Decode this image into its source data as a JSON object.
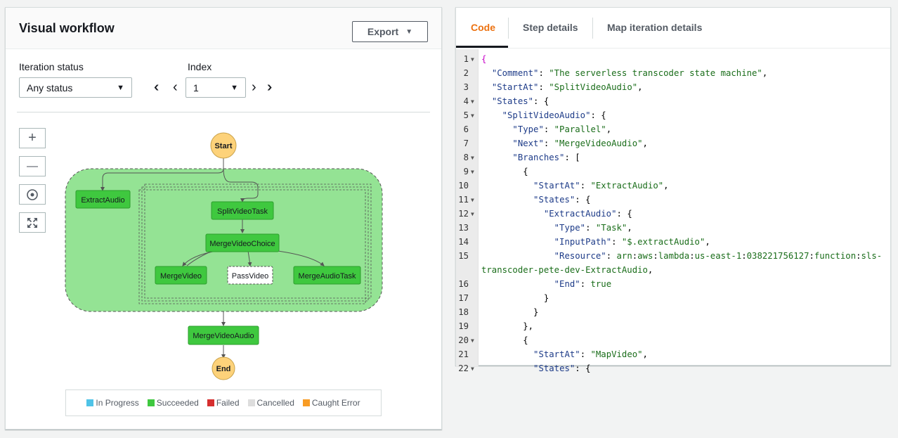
{
  "left": {
    "title": "Visual workflow",
    "export_label": "Export",
    "iteration_status_label": "Iteration status",
    "iteration_status_value": "Any status",
    "index_label": "Index",
    "index_value": "1",
    "pager": {
      "first": "«",
      "prev": "‹",
      "next": "›",
      "last": "»"
    },
    "zoom": {
      "in": "+",
      "out": "—"
    }
  },
  "graph": {
    "start": "Start",
    "end": "End",
    "extract_audio": "ExtractAudio",
    "split_video_task": "SplitVideoTask",
    "merge_video_choice": "MergeVideoChoice",
    "merge_video": "MergeVideo",
    "pass_video": "PassVideo",
    "merge_audio_task": "MergeAudioTask",
    "merge_video_audio": "MergeVideoAudio",
    "colors": {
      "succeeded": "#3fc83f",
      "succeeded_border": "#2d9e2d",
      "start_end": "#fdd27a",
      "parallel_bg": "#94e394"
    }
  },
  "legend": [
    {
      "label": "In Progress",
      "color": "#4fc3e7"
    },
    {
      "label": "Succeeded",
      "color": "#3fc83f"
    },
    {
      "label": "Failed",
      "color": "#d62f2f"
    },
    {
      "label": "Cancelled",
      "color": "#dddddd"
    },
    {
      "label": "Caught Error",
      "color": "#f89c24"
    }
  ],
  "right": {
    "tabs": [
      "Code",
      "Step details",
      "Map iteration details"
    ],
    "active_tab": "Code",
    "code_lines": [
      {
        "n": "1",
        "fold": true,
        "text": "{"
      },
      {
        "n": "2",
        "fold": false,
        "text": "  \"Comment\": \"The serverless transcoder state machine\","
      },
      {
        "n": "3",
        "fold": false,
        "text": "  \"StartAt\": \"SplitVideoAudio\","
      },
      {
        "n": "4",
        "fold": true,
        "text": "  \"States\": {"
      },
      {
        "n": "5",
        "fold": true,
        "text": "    \"SplitVideoAudio\": {"
      },
      {
        "n": "6",
        "fold": false,
        "text": "      \"Type\": \"Parallel\","
      },
      {
        "n": "7",
        "fold": false,
        "text": "      \"Next\": \"MergeVideoAudio\","
      },
      {
        "n": "8",
        "fold": true,
        "text": "      \"Branches\": ["
      },
      {
        "n": "9",
        "fold": true,
        "text": "        {"
      },
      {
        "n": "10",
        "fold": false,
        "text": "          \"StartAt\": \"ExtractAudio\","
      },
      {
        "n": "11",
        "fold": true,
        "text": "          \"States\": {"
      },
      {
        "n": "12",
        "fold": true,
        "text": "            \"ExtractAudio\": {"
      },
      {
        "n": "13",
        "fold": false,
        "text": "              \"Type\": \"Task\","
      },
      {
        "n": "14",
        "fold": false,
        "text": "              \"InputPath\": \"$.extractAudio\","
      },
      {
        "n": "15",
        "fold": false,
        "text": "              \"Resource\": \"arn:aws:lambda:us-east-1:038221756127:function:sls-"
      },
      {
        "n": "",
        "fold": false,
        "text": "transcoder-pete-dev-ExtractAudio\","
      },
      {
        "n": "16",
        "fold": false,
        "text": "              \"End\": true"
      },
      {
        "n": "17",
        "fold": false,
        "text": "            }"
      },
      {
        "n": "18",
        "fold": false,
        "text": "          }"
      },
      {
        "n": "19",
        "fold": false,
        "text": "        },"
      },
      {
        "n": "20",
        "fold": true,
        "text": "        {"
      },
      {
        "n": "21",
        "fold": false,
        "text": "          \"StartAt\": \"MapVideo\","
      },
      {
        "n": "22",
        "fold": true,
        "text": "          \"States\": {"
      }
    ]
  }
}
